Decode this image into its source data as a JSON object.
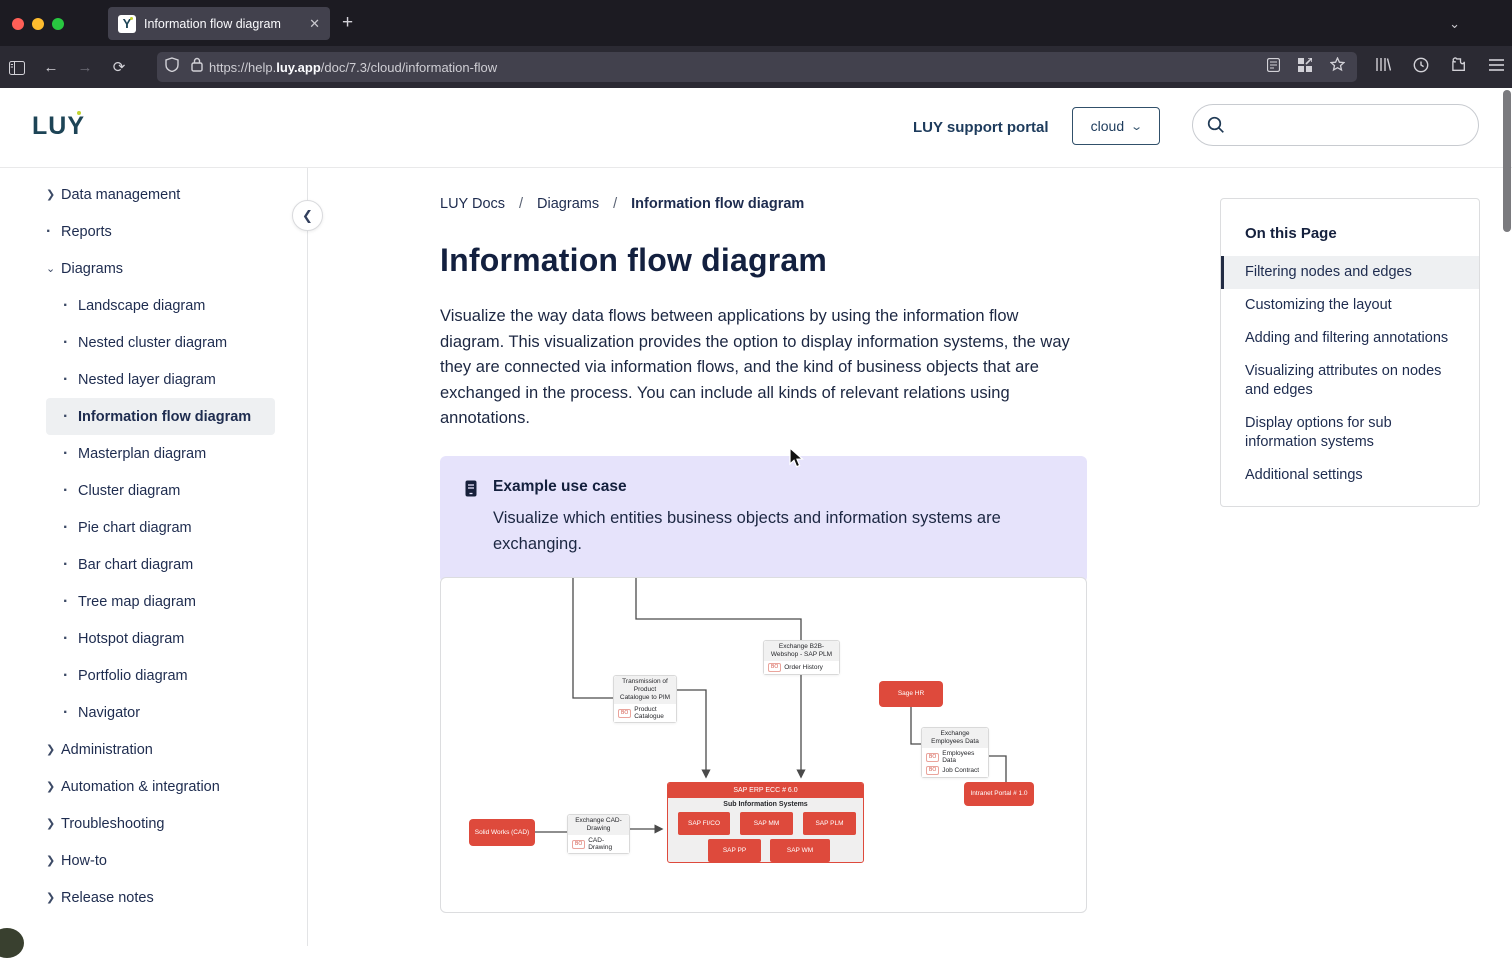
{
  "browser": {
    "tab": {
      "title": "Information flow diagram",
      "favicon_letter": "Y"
    },
    "url": {
      "prefix": "https://help.",
      "domain": "luy.app",
      "path": "/doc/7.3/cloud/information-flow"
    }
  },
  "header": {
    "logo": "LUY",
    "portal": "LUY support portal",
    "environment": "cloud",
    "search_placeholder": ""
  },
  "sidebar": {
    "items": [
      {
        "label": "Data management"
      },
      {
        "label": "Reports"
      },
      {
        "label": "Diagrams"
      },
      {
        "label": "Landscape diagram"
      },
      {
        "label": "Nested cluster diagram"
      },
      {
        "label": "Nested layer diagram"
      },
      {
        "label": "Information flow diagram"
      },
      {
        "label": "Masterplan diagram"
      },
      {
        "label": "Cluster diagram"
      },
      {
        "label": "Pie chart diagram"
      },
      {
        "label": "Bar chart diagram"
      },
      {
        "label": "Tree map diagram"
      },
      {
        "label": "Hotspot diagram"
      },
      {
        "label": "Portfolio diagram"
      },
      {
        "label": "Navigator"
      },
      {
        "label": "Administration"
      },
      {
        "label": "Automation & integration"
      },
      {
        "label": "Troubleshooting"
      },
      {
        "label": "How-to"
      },
      {
        "label": "Release notes"
      }
    ]
  },
  "breadcrumb": {
    "items": [
      "LUY Docs",
      "Diagrams",
      "Information flow diagram"
    ],
    "separator": "/"
  },
  "article": {
    "title": "Information flow diagram",
    "intro": "Visualize the way data flows between applications by using the information flow diagram. This visualization provides the option to display information systems, the way they are connected via information flows, and the kind of business objects that are exchanged in the process. You can include all kinds of relevant relations using annotations.",
    "callout": {
      "title": "Example use case",
      "body": "Visualize which entities business objects and information systems are exchanging."
    }
  },
  "toc": {
    "title": "On this Page",
    "items": [
      "Filtering nodes and edges",
      "Customizing the layout",
      "Adding and filtering annotations",
      "Visualizing attributes on nodes and edges",
      "Display options for sub information systems",
      "Additional settings"
    ]
  },
  "diagram": {
    "nodes": {
      "sage_hr": "Sage HR",
      "intranet": "Intranet Portal # 1.0",
      "solid_works": "Solid Works (CAD)",
      "sap_erp": "SAP ERP ECC # 6.0",
      "sub_title": "Sub Information Systems",
      "sap_fico": "SAP FI/CO",
      "sap_mm": "SAP MM",
      "sap_plm": "SAP PLM",
      "sap_pp": "SAP PP",
      "sap_wm": "SAP WM"
    },
    "flows": {
      "b2b": {
        "label": "Exchange B2B- Webshop -  SAP PLM",
        "badge": "BO",
        "object1": "Order History"
      },
      "pim": {
        "label": "Transmission of Product Catalogue to PIM",
        "badge": "BO",
        "object1": "Product Catalogue"
      },
      "employees": {
        "label": "Exchange Employees Data",
        "badge": "BO",
        "object1": "Employees Data",
        "object2": "Job Contract"
      },
      "cad": {
        "label": "Exchange CAD-Drawing",
        "badge": "BO",
        "object1": "CAD-Drawing"
      }
    }
  },
  "colors": {
    "node_red": "#de4a3c",
    "brand_navy": "#1d4456",
    "callout_bg": "#e6e3fb",
    "chrome_dark": "#1c1b22",
    "toolbar_dark": "#2b2a33"
  }
}
